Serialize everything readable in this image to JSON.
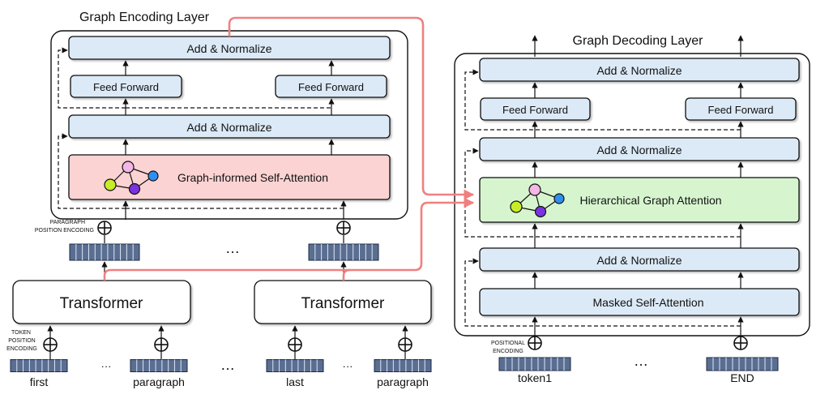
{
  "encoder": {
    "title": "Graph Encoding Layer",
    "add_norm_top": "Add & Normalize",
    "feed_forward_left": "Feed Forward",
    "feed_forward_right": "Feed Forward",
    "add_norm_bottom": "Add & Normalize",
    "attention": "Graph-informed Self-Attention",
    "paragraph_position_encoding_line1": "PARAGRAPH",
    "paragraph_position_encoding_line2": "POSITION ENCODING",
    "ellipsis": "…"
  },
  "transformers": {
    "left": "Transformer",
    "right": "Transformer",
    "token_position_encoding_line1": "TOKEN",
    "token_position_encoding_line2": "POSITION",
    "token_position_encoding_line3": "ENCODING",
    "inputs": [
      "first",
      "paragraph",
      "last",
      "paragraph"
    ],
    "ellipsis_small_1": "···",
    "ellipsis_middle": "…",
    "ellipsis_small_2": "···"
  },
  "decoder": {
    "title": "Graph Decoding Layer",
    "add_norm_top": "Add & Normalize",
    "feed_forward_left": "Feed Forward",
    "feed_forward_right": "Feed Forward",
    "add_norm_middle": "Add & Normalize",
    "attention": "Hierarchical Graph Attention",
    "add_norm_bottom": "Add & Normalize",
    "masked_attention": "Masked Self-Attention",
    "positional_encoding_line1": "POSITIONAL",
    "positional_encoding_line2": "ENCODING",
    "inputs": [
      "token1",
      "END"
    ],
    "ellipsis": "…"
  },
  "colors": {
    "box_fill": "#dceaf7",
    "attention_fill": "#fbd3d3",
    "hier_attention_fill": "#d6f5cf",
    "connector": "#f08080",
    "token_fill": "#5a6e92",
    "node_pink": "#f4b6e6",
    "node_blue": "#2f8ff0",
    "node_lime": "#c8ec2a",
    "node_purple": "#7a33e0"
  },
  "icons": [
    "graph-icon",
    "plus-circle-icon",
    "arrow-icon",
    "token-vector-icon"
  ]
}
